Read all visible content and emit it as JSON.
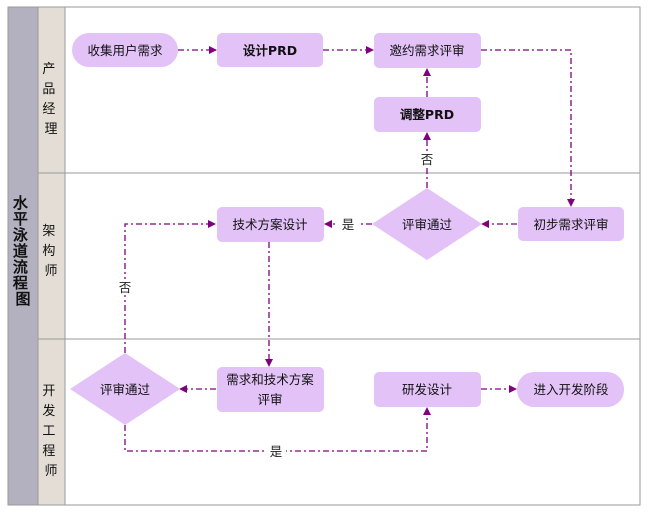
{
  "diagram": {
    "title": "水平泳道流程图",
    "lanes": [
      {
        "id": "pm",
        "label": "产品经理"
      },
      {
        "id": "arch",
        "label": "架构师"
      },
      {
        "id": "dev",
        "label": "开发工程师"
      }
    ],
    "nodes": [
      {
        "id": "collect",
        "type": "terminal",
        "text": "收集用户需求"
      },
      {
        "id": "prd",
        "type": "process",
        "text": "设计PRD"
      },
      {
        "id": "invite",
        "type": "process",
        "text": "邀约需求评审"
      },
      {
        "id": "adjust",
        "type": "process",
        "text": "调整PRD"
      },
      {
        "id": "prelim",
        "type": "process",
        "text": "初步需求评审"
      },
      {
        "id": "review1",
        "type": "decision",
        "text": "评审通过"
      },
      {
        "id": "techdesign",
        "type": "process",
        "text": "技术方案设计"
      },
      {
        "id": "reqtech",
        "type": "process",
        "text_lines": [
          "需求和技术方案",
          "评审"
        ]
      },
      {
        "id": "review2",
        "type": "decision",
        "text": "评审通过"
      },
      {
        "id": "devdesign",
        "type": "process",
        "text": "研发设计"
      },
      {
        "id": "enter",
        "type": "terminal",
        "text": "进入开发阶段"
      }
    ],
    "edges": [
      {
        "id": "collect-prd",
        "from": "collect",
        "to": "prd",
        "label": ""
      },
      {
        "id": "prd-invite",
        "from": "prd",
        "to": "invite",
        "label": ""
      },
      {
        "id": "invite-prelim",
        "from": "invite",
        "to": "prelim",
        "label": ""
      },
      {
        "id": "prelim-review1",
        "from": "prelim",
        "to": "review1",
        "label": ""
      },
      {
        "id": "review1-adjust",
        "from": "review1",
        "to": "adjust",
        "label": "否"
      },
      {
        "id": "adjust-invite",
        "from": "adjust",
        "to": "invite",
        "label": ""
      },
      {
        "id": "review1-techdesign",
        "from": "review1",
        "to": "techdesign",
        "label": "是"
      },
      {
        "id": "techdesign-reqtech",
        "from": "techdesign",
        "to": "reqtech",
        "label": ""
      },
      {
        "id": "reqtech-review2",
        "from": "reqtech",
        "to": "review2",
        "label": ""
      },
      {
        "id": "review2-techdesign",
        "from": "review2",
        "to": "techdesign",
        "label": "否"
      },
      {
        "id": "review2-devdesign",
        "from": "review2",
        "to": "devdesign",
        "label": "是"
      },
      {
        "id": "devdesign-enter",
        "from": "devdesign",
        "to": "enter",
        "label": ""
      }
    ]
  },
  "colors": {
    "node_fill": "#e3c2f7",
    "edge": "#800080",
    "lane_header": "#e3ddd6",
    "title_header": "#b3b1bf",
    "border": "#9a9a9a"
  }
}
